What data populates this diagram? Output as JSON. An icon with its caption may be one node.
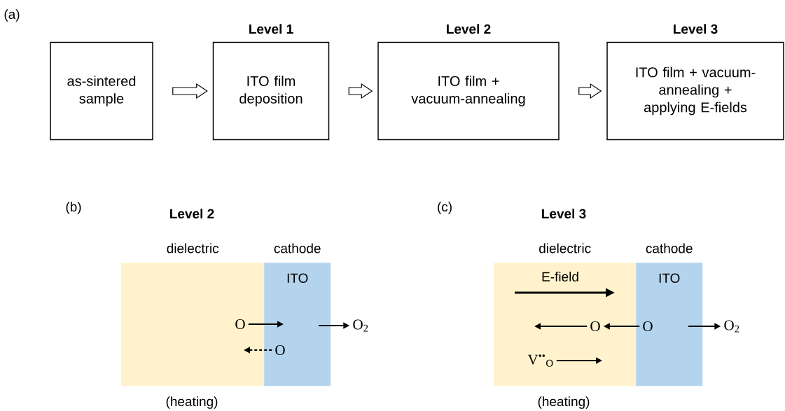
{
  "diagram": {
    "nodes": [
      {
        "text": [
          "as-sintered sample"
        ]
      },
      {
        "text": [
          "Level 1",
          "ITO film deposition"
        ]
      },
      {
        "text": [
          "Level 2",
          "ITO film + vacuum-annealing"
        ]
      },
      {
        "text": [
          "Level 3",
          "ITO film + vacuum-annealing + applying E-fields"
        ]
      },
      {
        "text": [
          "dielectric"
        ]
      },
      {
        "text": [
          "cathode",
          "ITO"
        ]
      },
      {
        "text": [
          "O"
        ],
        "in": 4
      },
      {
        "text": [
          "O"
        ],
        "in": 5
      },
      {
        "text": [
          "O$_{2}$"
        ]
      },
      {
        "text": [
          "dielectric"
        ]
      },
      {
        "text": [
          "cathode",
          "ITO"
        ]
      },
      {
        "text": [
          "V$^{••}$$_{O}$"
        ],
        "in": 9
      },
      {
        "text": [
          "O"
        ],
        "in": 9
      },
      {
        "text": [
          "O"
        ],
        "in": 10
      },
      {
        "text": [
          "O$_{2}$"
        ]
      }
    ],
    "edges": [
      {
        "from": 0,
        "to": 1,
        "arrow": "to"
      },
      {
        "from": 1,
        "to": 2,
        "arrow": "to"
      },
      {
        "from": 2,
        "to": 3,
        "arrow": "to"
      },
      {
        "from": 6,
        "to": null,
        "arrow": "to"
      },
      {
        "from": null,
        "to": 8,
        "arrow": "to"
      },
      {
        "from": 7,
        "to": null,
        "arrow": "to",
        "style": "dashed"
      },
      {
        "from": 11,
        "to": null,
        "arrow": "to"
      },
      {
        "from": 13,
        "to": 12,
        "arrow": "to"
      },
      {
        "from": 12,
        "to": null,
        "arrow": "to"
      },
      {
        "from": null,
        "to": 14,
        "arrow": "to"
      }
    ],
    "labels": [
      "(a)",
      "(b)",
      "(c)",
      "Level 2",
      "Level 3",
      "E-field",
      "(heating)",
      "(heating)"
    ]
  }
}
